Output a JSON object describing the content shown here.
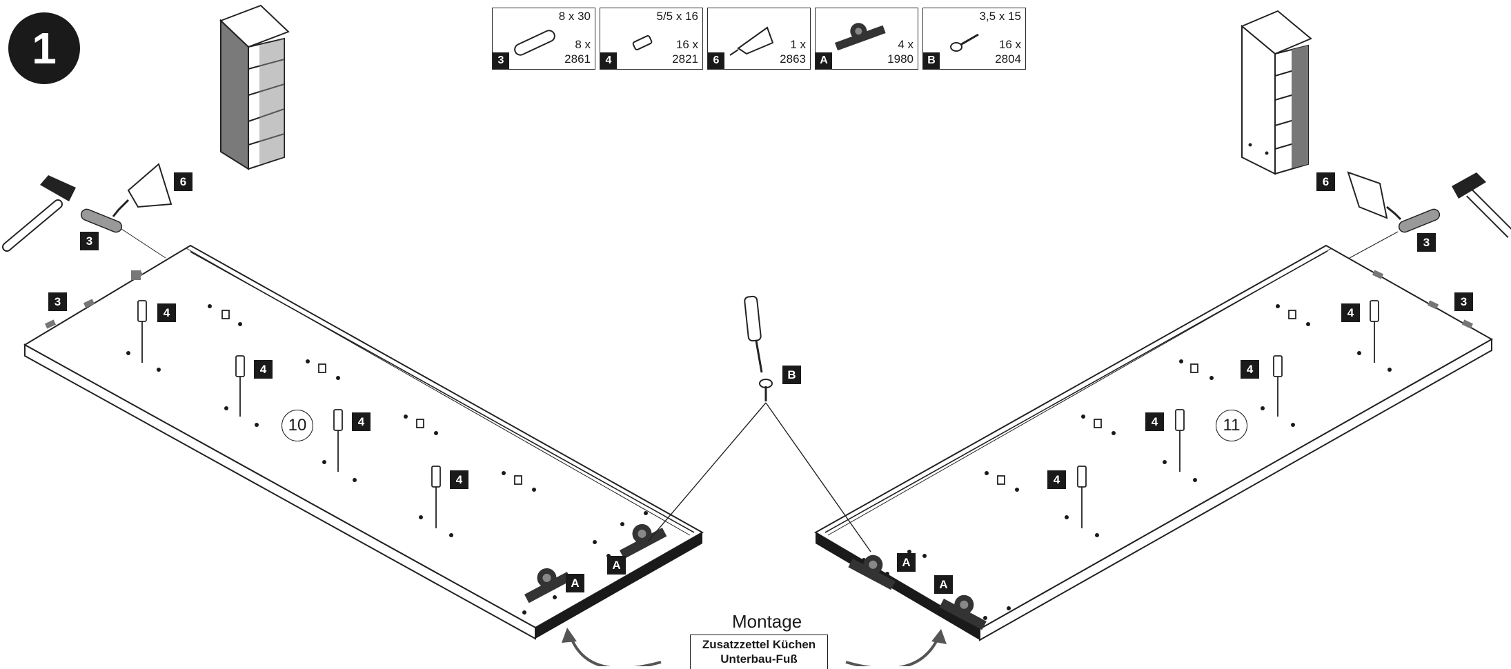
{
  "step": {
    "number": "1"
  },
  "parts": [
    {
      "tag": "3",
      "spec": "8 x 30",
      "qty": "8 x",
      "code": "2861",
      "icon": "dowel-icon"
    },
    {
      "tag": "4",
      "spec": "5/5 x 16",
      "qty": "16 x",
      "code": "2821",
      "icon": "shelf-pin-icon"
    },
    {
      "tag": "6",
      "spec": "",
      "qty": "1 x",
      "code": "2863",
      "icon": "glue-tube-icon"
    },
    {
      "tag": "A",
      "spec": "",
      "qty": "4 x",
      "code": "1980",
      "icon": "leg-bracket-icon"
    },
    {
      "tag": "B",
      "spec": "3,5 x 15",
      "qty": "16 x",
      "code": "2804",
      "icon": "screw-icon"
    }
  ],
  "panels": {
    "left": "10",
    "right": "11"
  },
  "labels": {
    "dowel": "3",
    "shelf_pin": "4",
    "glue": "6",
    "bracket": "A",
    "screw": "B"
  },
  "footer": {
    "title": "Montage",
    "note_line1": "Zusatzzettel Küchen",
    "note_line2": "Unterbau-Fuß"
  }
}
